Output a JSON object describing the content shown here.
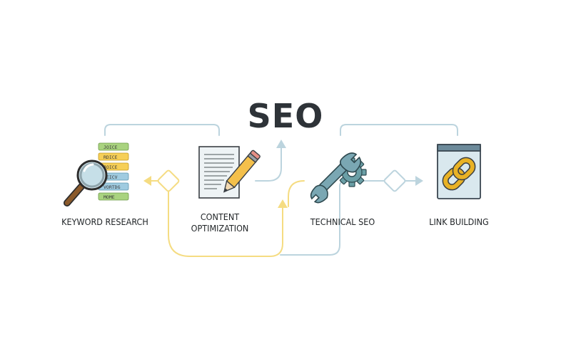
{
  "title": "SEO",
  "steps": [
    {
      "lines": [
        "KEYWORD RESEARCH"
      ],
      "icon": "magnifier-keywords-icon"
    },
    {
      "lines": [
        "CONTENT",
        "OPTIMIZATION"
      ],
      "icon": "document-pencil-icon"
    },
    {
      "lines": [
        "TECHNICAL SEO"
      ],
      "icon": "wrench-gear-icon"
    },
    {
      "lines": [
        "LINK BUILDING"
      ],
      "icon": "chain-link-icon"
    }
  ],
  "keyword_tags": [
    "JOICE",
    "RDICE",
    "JOICE",
    "LEICV",
    "VORTDG",
    "MOME"
  ],
  "colors": {
    "title": "#2e3338",
    "connector_blue": "#b9d2dc",
    "connector_yellow": "#f5dc82",
    "tag_green": "#a9d37f",
    "tag_yellow": "#f6cf57",
    "tag_blue": "#9fcbe0",
    "chain_gold": "#e9b225",
    "gear_teal": "#6a9fa6"
  }
}
